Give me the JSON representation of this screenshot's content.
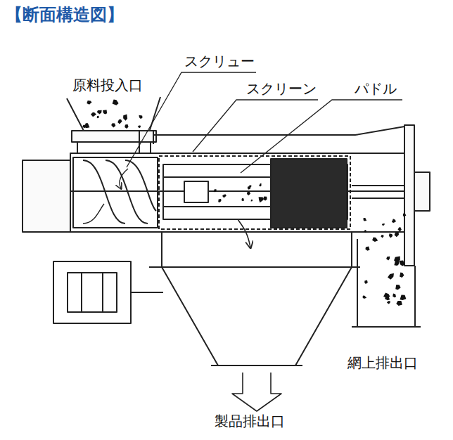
{
  "diagram": {
    "title": "【断面構造図】",
    "labels": [
      "スクリュー",
      "原料投入口",
      "スクリーン",
      "パドル",
      "網上排出口",
      "製品排出口"
    ]
  }
}
